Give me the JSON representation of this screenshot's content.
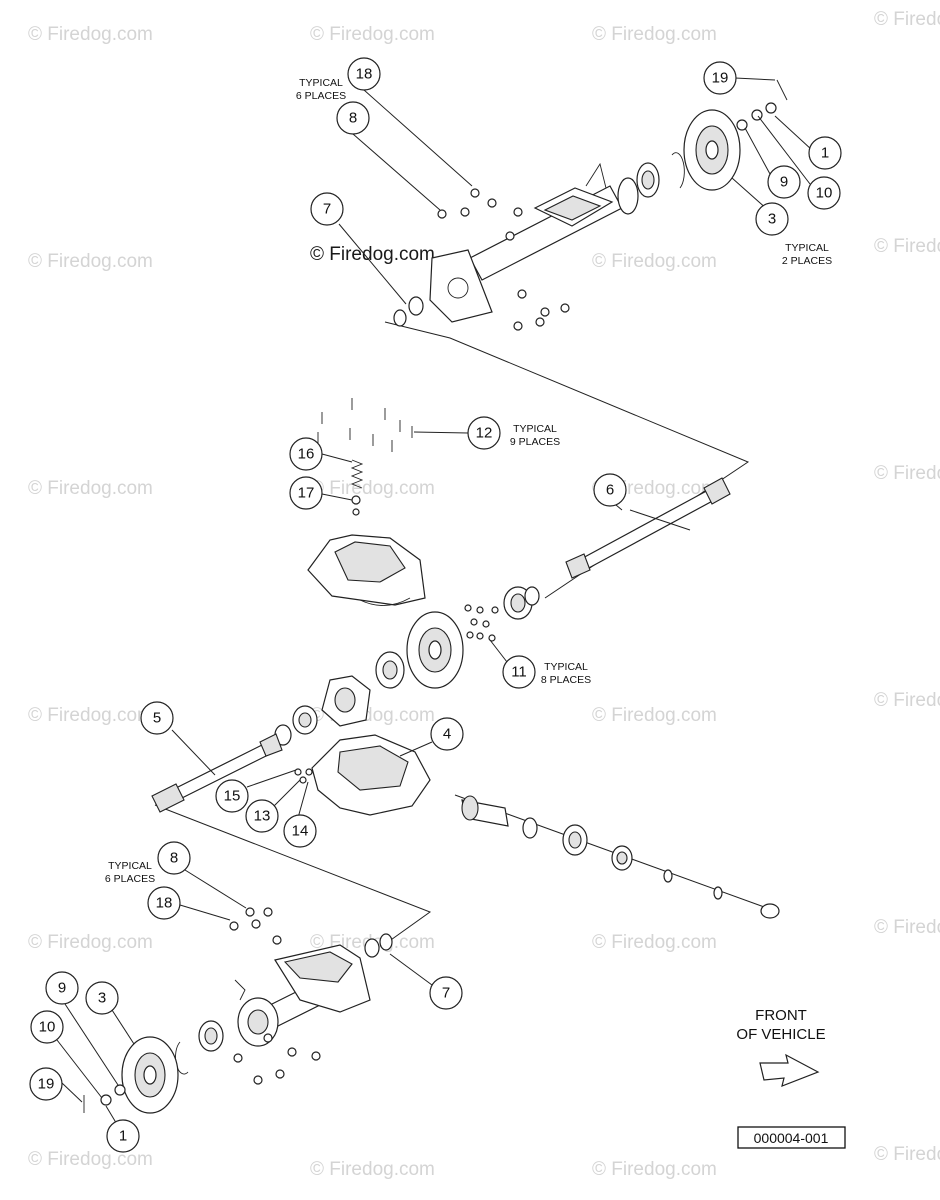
{
  "watermark_text": "© Firedog.com",
  "center_watermark_text": "© Firedog.com",
  "callouts": [
    {
      "id": "c18-top",
      "label": "18"
    },
    {
      "id": "c8-top",
      "label": "8"
    },
    {
      "id": "c7-top",
      "label": "7"
    },
    {
      "id": "c19-top",
      "label": "19"
    },
    {
      "id": "c1-top",
      "label": "1"
    },
    {
      "id": "c9-top",
      "label": "9"
    },
    {
      "id": "c10-top",
      "label": "10"
    },
    {
      "id": "c3-top",
      "label": "3"
    },
    {
      "id": "c12",
      "label": "12"
    },
    {
      "id": "c16",
      "label": "16"
    },
    {
      "id": "c17",
      "label": "17"
    },
    {
      "id": "c6",
      "label": "6"
    },
    {
      "id": "c11",
      "label": "11"
    },
    {
      "id": "c5",
      "label": "5"
    },
    {
      "id": "c4",
      "label": "4"
    },
    {
      "id": "c15",
      "label": "15"
    },
    {
      "id": "c13",
      "label": "13"
    },
    {
      "id": "c14",
      "label": "14"
    },
    {
      "id": "c8-bot",
      "label": "8"
    },
    {
      "id": "c18-bot",
      "label": "18"
    },
    {
      "id": "c7-bot",
      "label": "7"
    },
    {
      "id": "c9-bot",
      "label": "9"
    },
    {
      "id": "c3-bot",
      "label": "3"
    },
    {
      "id": "c10-bot",
      "label": "10"
    },
    {
      "id": "c19-bot",
      "label": "19"
    },
    {
      "id": "c1-bot",
      "label": "1"
    }
  ],
  "notes": {
    "typical_6_top_line1": "TYPICAL",
    "typical_6_top_line2": "6 PLACES",
    "typical_2_line1": "TYPICAL",
    "typical_2_line2": "2 PLACES",
    "typical_9_line1": "TYPICAL",
    "typical_9_line2": "9 PLACES",
    "typical_8_line1": "TYPICAL",
    "typical_8_line2": "8 PLACES",
    "typical_6_bot_line1": "TYPICAL",
    "typical_6_bot_line2": "6 PLACES"
  },
  "front_label_line1": "FRONT",
  "front_label_line2": "OF VEHICLE",
  "diagram_code": "000004-001"
}
